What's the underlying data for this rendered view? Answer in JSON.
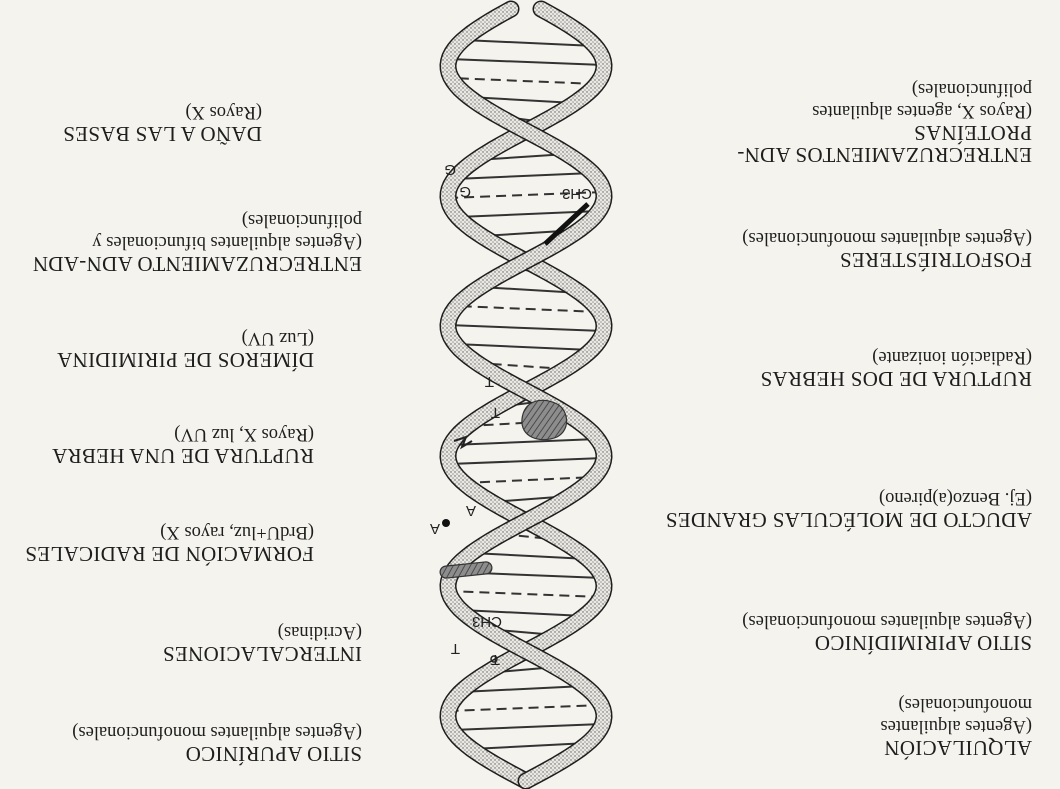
{
  "left_labels": [
    {
      "title": [
        "ALQUILACIÓN"
      ],
      "agent": [
        "(Agentes alquilantes",
        "monofuncionales)"
      ]
    },
    {
      "title": [
        "SITIO APIRIMIDÍNICO"
      ],
      "agent": [
        "(Agentes alquilantes monofuncionales)"
      ]
    },
    {
      "title": [
        "ADUCTO DE MOLÉCULAS GRANDES"
      ],
      "agent": [
        "(Ej. Benzo(a)pireno)"
      ]
    },
    {
      "title": [
        "RUPTURA DE DOS HEBRAS"
      ],
      "agent": [
        "(Radiación ionizante)"
      ]
    },
    {
      "title": [
        "FOSFOTRIÉSTERES"
      ],
      "agent": [
        "(Agentes alquilantes monofuncionales)"
      ]
    },
    {
      "title": [
        "ENTRECRUZAMIENTOS ADN-",
        "PROTEÍNAS"
      ],
      "agent": [
        "(Rayos X, agentes alquilantes",
        "polifuncionales)"
      ]
    }
  ],
  "right_labels": [
    {
      "title": [
        "SITIO APURÍNICO"
      ],
      "agent": [
        "(Agentes alquilantes monofuncionales)"
      ]
    },
    {
      "title": [
        "INTERCALACIONES"
      ],
      "agent": [
        "(Acridinas)"
      ]
    },
    {
      "title": [
        "FORMACIÓN DE RADICALES"
      ],
      "agent": [
        "(BrdU+luz, rayos X)"
      ]
    },
    {
      "title": [
        "RUPTURA DE UNA HEBRA"
      ],
      "agent": [
        "(Rayos X, luz UV)"
      ]
    },
    {
      "title": [
        "DÍMEROS DE PIRIMIDINA"
      ],
      "agent": [
        "(Luz UV)"
      ]
    },
    {
      "title": [
        "ENTRECRUZAMIENTO ADN-ADN"
      ],
      "agent": [
        "(Agentes alquilantes bifuncionales y",
        "polifuncionales)"
      ]
    },
    {
      "title": [
        "DAÑO A LAS BASES"
      ],
      "agent": [
        "(Rayos X)"
      ]
    }
  ],
  "helix_labels": {
    "ch3_top": "CH3",
    "ch3_bottom": "CH3",
    "t_pair": [
      "T",
      "T"
    ],
    "t_dimer": [
      "T",
      "T"
    ],
    "a_pair": [
      "A",
      "A"
    ],
    "g_pair": [
      "G",
      "G"
    ]
  },
  "colors": {
    "ink": "#1e1e1e",
    "paper": "#f4f3ee",
    "stipple": "#9a9a9a"
  }
}
